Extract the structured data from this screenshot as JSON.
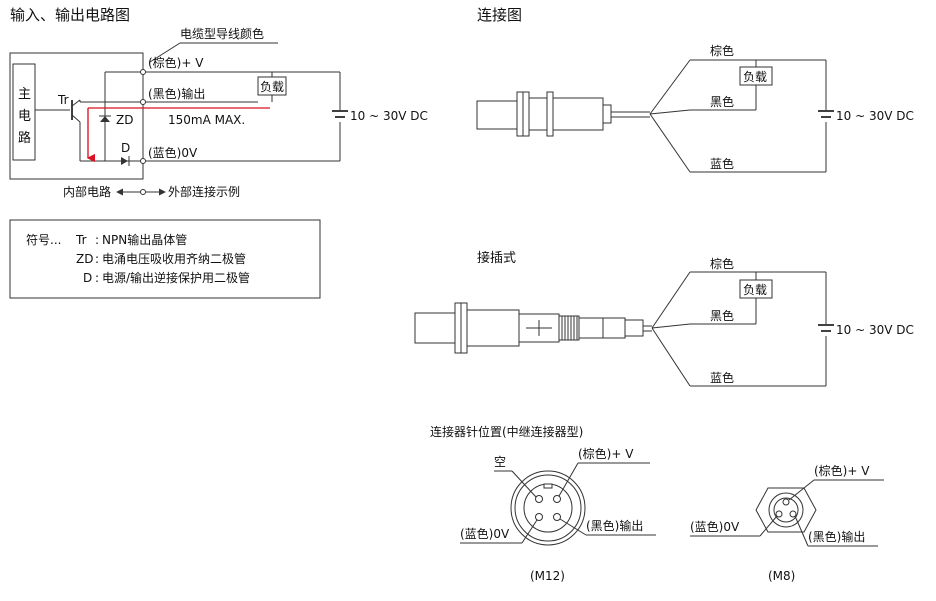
{
  "io_circuit": {
    "title": "输入、输出电路图",
    "wire_color_label": "电缆型导线颜色",
    "main_circuit": [
      "主",
      "电",
      "路"
    ],
    "tr_label": "Tr",
    "zd_label": "ZD",
    "d_label": "D",
    "brown_v": "(棕色)+ V",
    "black_out": "(黑色)输出",
    "blue_0v": "(蓝色)0V",
    "load": "负载",
    "current": "150mA MAX.",
    "voltage": "10 ~ 30V DC",
    "internal": "内部电路",
    "external": "外部连接示例"
  },
  "legend": {
    "prefix": "符号...",
    "rows": [
      {
        "sym": "Tr",
        "desc": "NPN输出晶体管"
      },
      {
        "sym": "ZD",
        "desc": "电涌电压吸收用齐纳二极管"
      },
      {
        "sym": "D",
        "desc": "电源/输出逆接保护用二极管"
      }
    ]
  },
  "connection": {
    "title": "连接图",
    "brown": "棕色",
    "black": "黑色",
    "blue": "蓝色",
    "load": "负载",
    "voltage": "10 ~ 30V DC"
  },
  "plug": {
    "title": "接插式",
    "brown": "棕色",
    "black": "黑色",
    "blue": "蓝色",
    "load": "负载",
    "voltage": "10 ~ 30V DC"
  },
  "pins": {
    "title": "连接器针位置(中继连接器型)",
    "m12": {
      "empty": "空",
      "brown": "(棕色)+ V",
      "black": "(黑色)输出",
      "blue": "(蓝色)0V",
      "caption": "(M12)"
    },
    "m8": {
      "brown": "(棕色)+ V",
      "black": "(黑色)输出",
      "blue": "(蓝色)0V",
      "caption": "(M8)"
    }
  }
}
